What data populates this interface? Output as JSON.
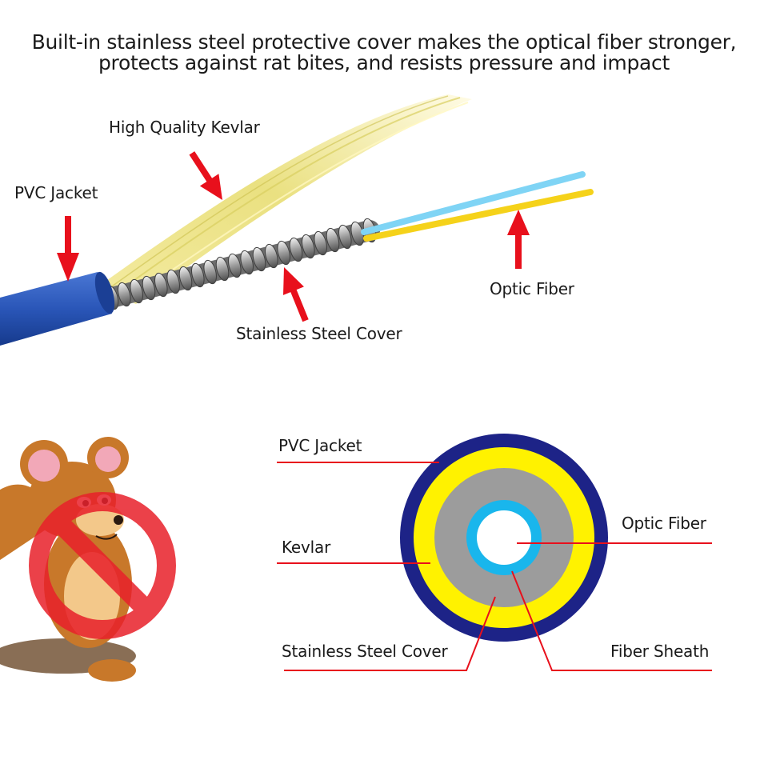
{
  "headline": {
    "line1": "Built-in stainless steel protective cover makes the optical fiber stronger,",
    "line2": "protects against rat bites, and resists pressure and impact"
  },
  "cable_photo": {
    "labels": {
      "kevlar": "High Quality Kevlar",
      "pvc_jacket": "PVC Jacket",
      "optic_fiber": "Optic Fiber",
      "steel_cover": "Stainless Steel Cover"
    }
  },
  "cross_section": {
    "labels": {
      "pvc_jacket": "PVC Jacket",
      "kevlar": "Kevlar",
      "steel_cover": "Stainless Steel Cover",
      "optic_fiber": "Optic Fiber",
      "fiber_sheath": "Fiber Sheath"
    }
  },
  "colors": {
    "arrow": "#e8101c",
    "leader": "#e8101c",
    "pvc": "#1d2387",
    "kevlar": "#fff200",
    "steel": "#9c9c9c",
    "sheath": "#19b6ec",
    "cable_jacket": "#2a56b8",
    "fiber_blue": "#7fd4f5",
    "fiber_yellow": "#f5d21a",
    "prohibition": "#e8202a"
  },
  "icons": [
    "no-rats-prohibition-icon",
    "cartoon-mouse"
  ]
}
